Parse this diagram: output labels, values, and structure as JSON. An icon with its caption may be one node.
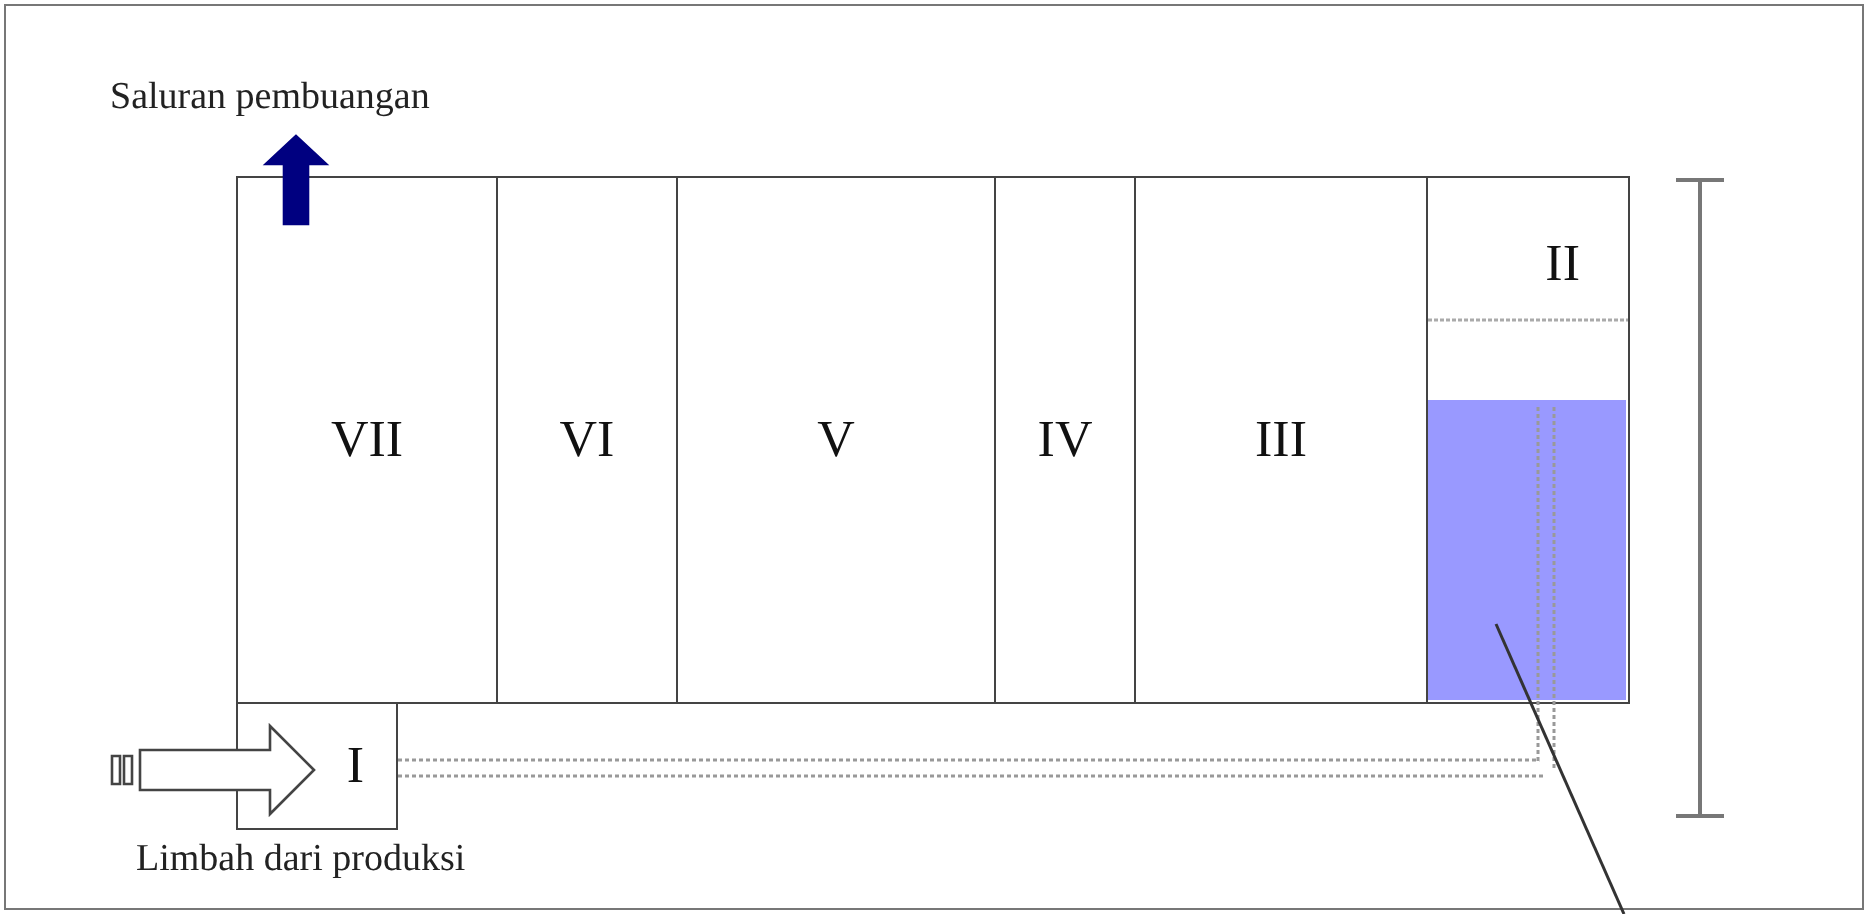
{
  "diagram": {
    "nodes": [
      {
        "text": [
          "Saluran pembuangan"
        ]
      },
      {
        "text": [
          "VII"
        ]
      },
      {
        "text": [
          "VI"
        ]
      },
      {
        "text": [
          "V"
        ]
      },
      {
        "text": [
          "IV"
        ]
      },
      {
        "text": [
          "III"
        ]
      },
      {
        "text": [
          "II"
        ]
      },
      {
        "text": [],
        "shape": "box",
        "in": 6
      },
      {
        "text": [
          "I"
        ],
        "beside": [
          "Limbah dari produksi"
        ]
      }
    ],
    "edges": [
      {
        "from": 1,
        "to": 0,
        "arrow": "to",
        "style": "thick",
        "color": "#000080"
      },
      {
        "from": null,
        "to": 8,
        "arrow": "to",
        "style": "thick"
      },
      {
        "from": 8,
        "to": 7,
        "arrow": "none",
        "style": "dashed",
        "color": "#999999"
      },
      {
        "from": null,
        "to": 7,
        "arrow": "none",
        "color": "#333333"
      }
    ]
  }
}
